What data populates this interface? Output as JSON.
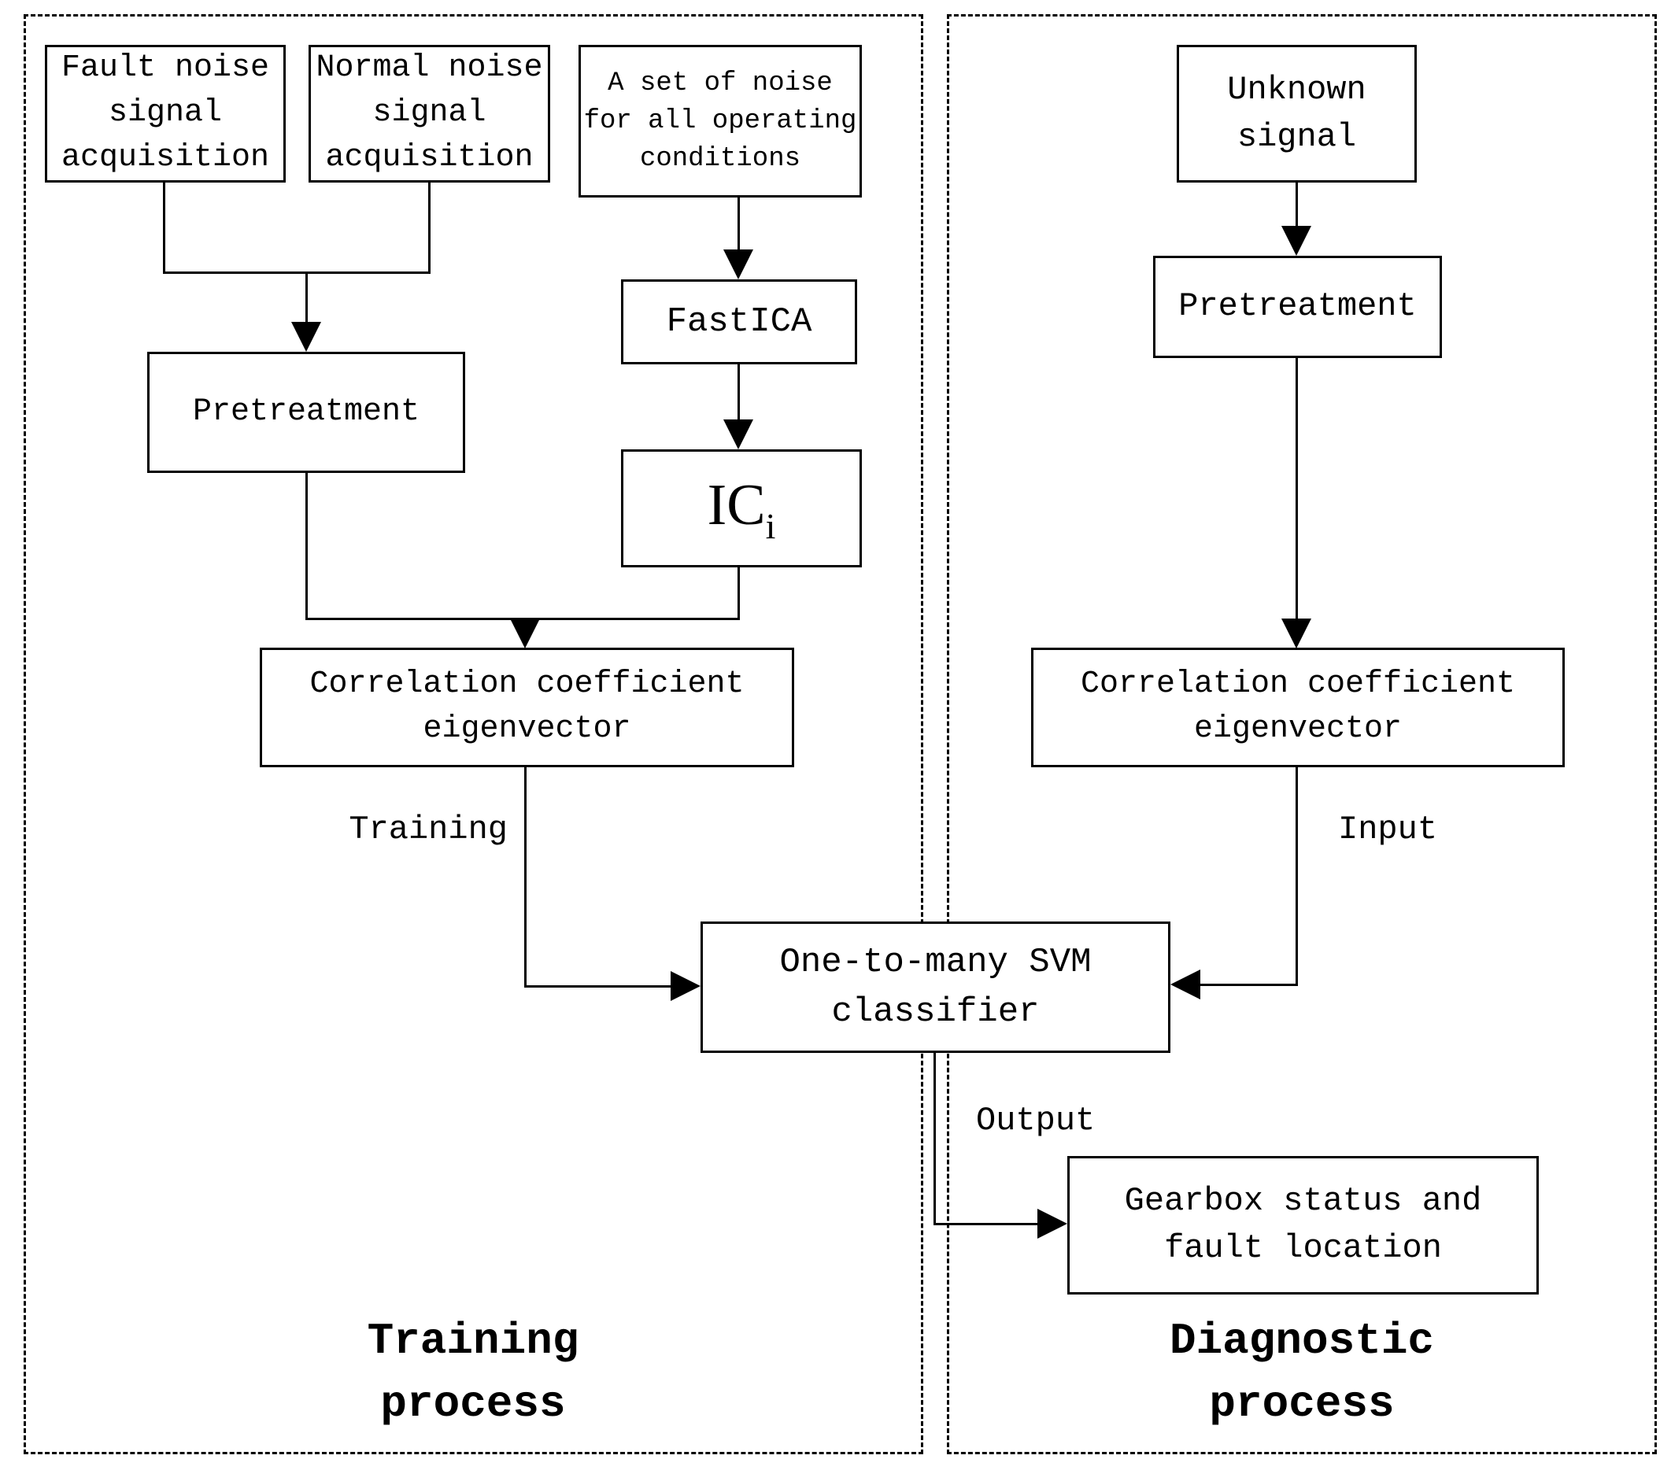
{
  "figure": {
    "training_panel": {
      "fault_noise_box": "Fault noise\nsignal\nacquisition",
      "normal_noise_box": "Normal noise\nsignal\nacquisition",
      "noise_set_box": "A set of noise\nfor all operating\nconditions",
      "pretreatment_box": "Pretreatment",
      "fastica_box": "FastICA",
      "ic_box_base": "IC",
      "ic_box_sub": "i",
      "correlation_box": "Correlation coefficient\neigenvector",
      "training_edge_label": "Training",
      "panel_label": "Training\nprocess"
    },
    "shared": {
      "svm_box": "One-to-many SVM\nclassifier"
    },
    "diagnostic_panel": {
      "unknown_signal_box": "Unknown\nsignal",
      "pretreatment_box": "Pretreatment",
      "correlation_box": "Correlation coefficient\neigenvector",
      "gearbox_box": "Gearbox status and\nfault location",
      "input_edge_label": "Input",
      "output_edge_label": "Output",
      "panel_label": "Diagnostic\nprocess"
    },
    "colors": {
      "ink": "#000000",
      "background": "#ffffff"
    }
  }
}
